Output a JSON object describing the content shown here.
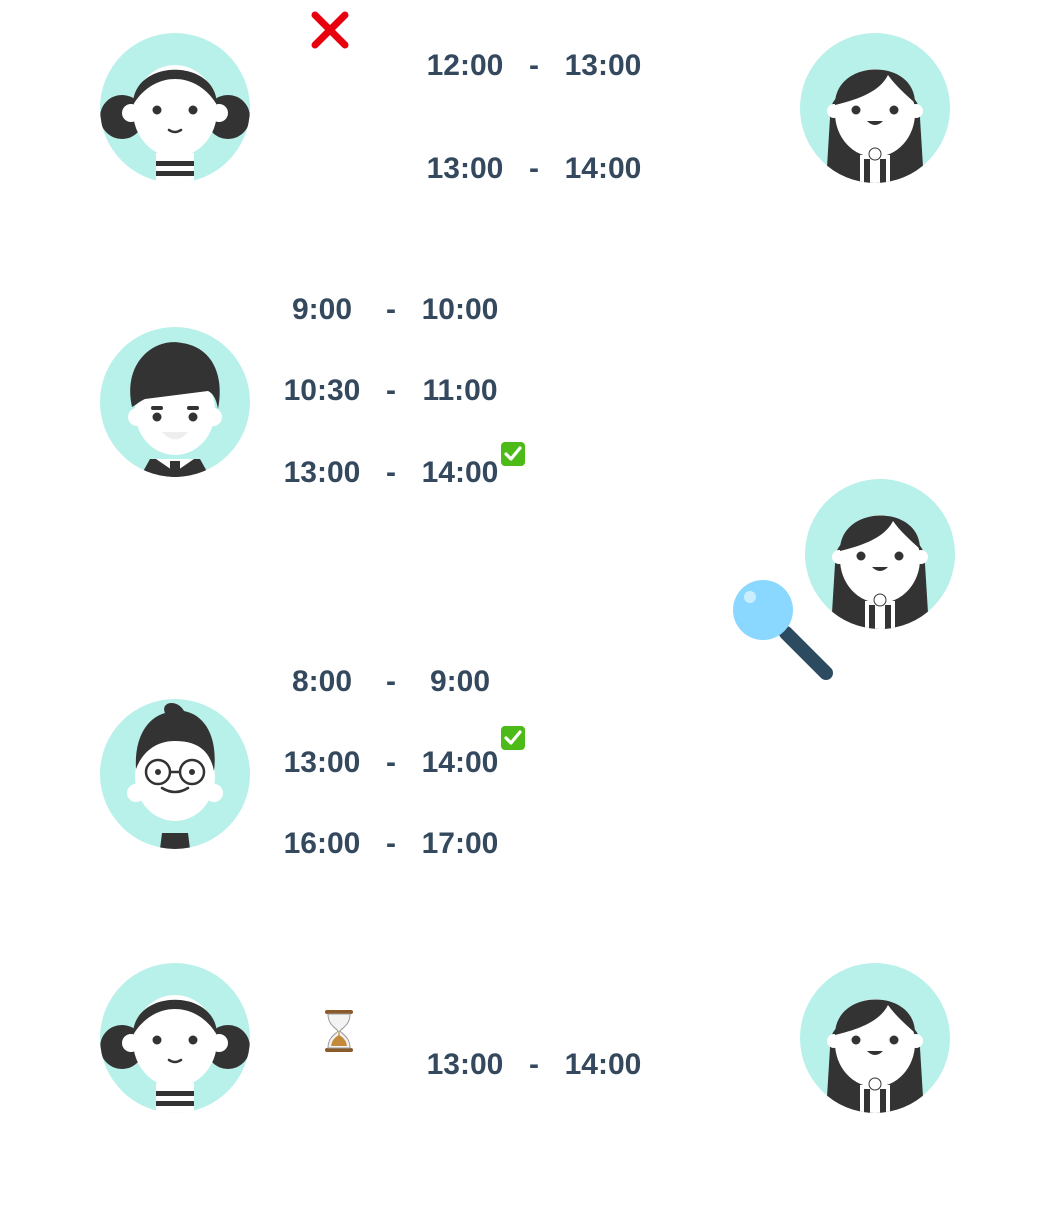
{
  "colors": {
    "avatar_bg": "#b8f0ea",
    "hair": "#333333",
    "time_text": "#34495e",
    "check_green": "#4cbb17",
    "cross_red": "#e8000e",
    "magnifier_glass": "#8ad8ff",
    "magnifier_handle": "#2c4a60"
  },
  "rows": [
    {
      "slots": [
        {
          "start": "12:00",
          "sep": "-",
          "end": "13:00"
        },
        {
          "start": "13:00",
          "sep": "-",
          "end": "14:00"
        }
      ],
      "status_icon": "cross-icon"
    },
    {
      "slots": [
        {
          "start": "9:00",
          "sep": "-",
          "end": "10:00"
        },
        {
          "start": "10:30",
          "sep": "-",
          "end": "11:00"
        },
        {
          "start": "13:00",
          "sep": "-",
          "end": "14:00"
        }
      ],
      "status_icon": "check-icon"
    },
    {
      "slots": [
        {
          "start": "8:00",
          "sep": "-",
          "end": "9:00"
        },
        {
          "start": "13:00",
          "sep": "-",
          "end": "14:00"
        },
        {
          "start": "16:00",
          "sep": "-",
          "end": "17:00"
        }
      ],
      "status_icon": "check-icon"
    },
    {
      "slots": [
        {
          "start": "13:00",
          "sep": "-",
          "end": "14:00"
        }
      ],
      "status_icon": "hourglass-icon"
    }
  ],
  "search_icon": "magnifier-icon"
}
